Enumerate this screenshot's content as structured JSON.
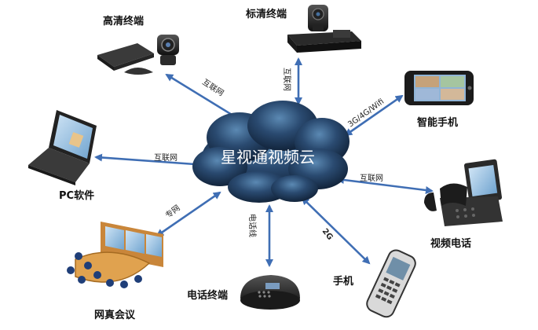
{
  "center": {
    "label": "星视通视频云"
  },
  "nodes": {
    "hd_terminal": {
      "label": "高清终端",
      "icon": "video-conference-terminal-icon"
    },
    "sd_terminal": {
      "label": "标清终端",
      "icon": "ptz-camera-terminal-icon"
    },
    "smartphone": {
      "label": "智能手机",
      "icon": "smartphone-icon"
    },
    "pc_software": {
      "label": "PC软件",
      "icon": "laptop-icon"
    },
    "video_phone": {
      "label": "视频电话",
      "icon": "video-phone-icon"
    },
    "web_meeting": {
      "label": "网真会议",
      "icon": "conference-room-icon"
    },
    "phone_terminal": {
      "label": "电话终端",
      "icon": "conference-phone-icon"
    },
    "mobile_phone": {
      "label": "手机",
      "icon": "mobile-phone-icon"
    }
  },
  "edges": {
    "hd_terminal": "互联网",
    "sd_terminal": "互联网",
    "smartphone": "3G/4G/Wifi",
    "pc_software": "互联网",
    "video_phone": "互联网",
    "web_meeting": "专网",
    "phone_terminal": "电话线",
    "mobile_phone": "2G"
  },
  "colors": {
    "arrow": "#3f6eb4",
    "cloud": "#1c3556",
    "cloud_highlight": "#4a7aa3"
  }
}
